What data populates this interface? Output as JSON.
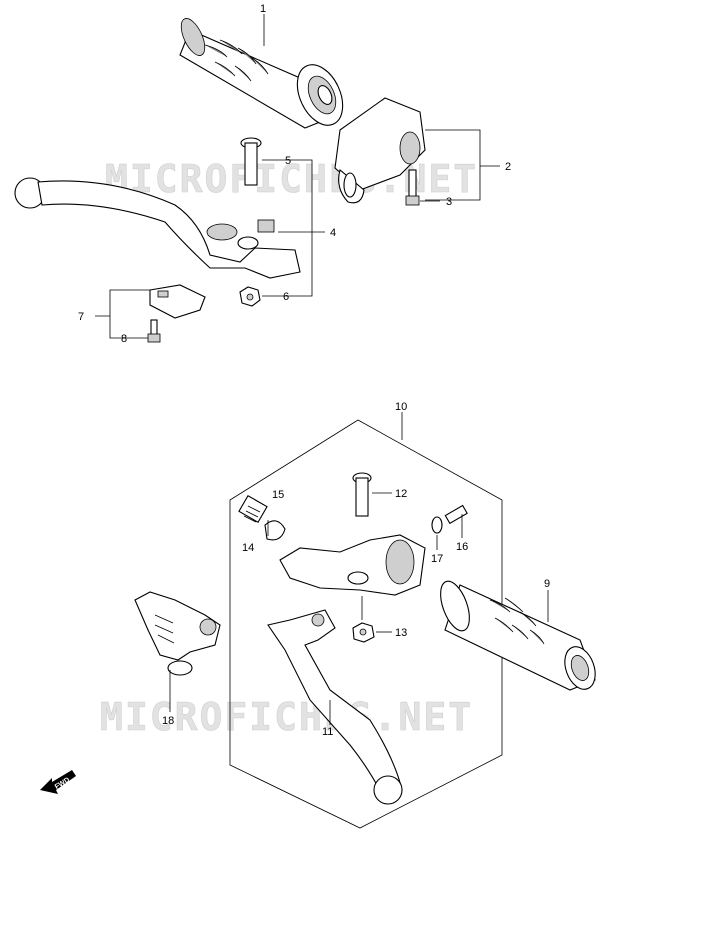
{
  "watermark": "MICROFICHES.NET",
  "fwd_label": "FWD",
  "callouts": [
    "1",
    "2",
    "3",
    "4",
    "5",
    "6",
    "7",
    "8",
    "9",
    "10",
    "11",
    "12",
    "13",
    "14",
    "15",
    "16",
    "17",
    "18"
  ]
}
